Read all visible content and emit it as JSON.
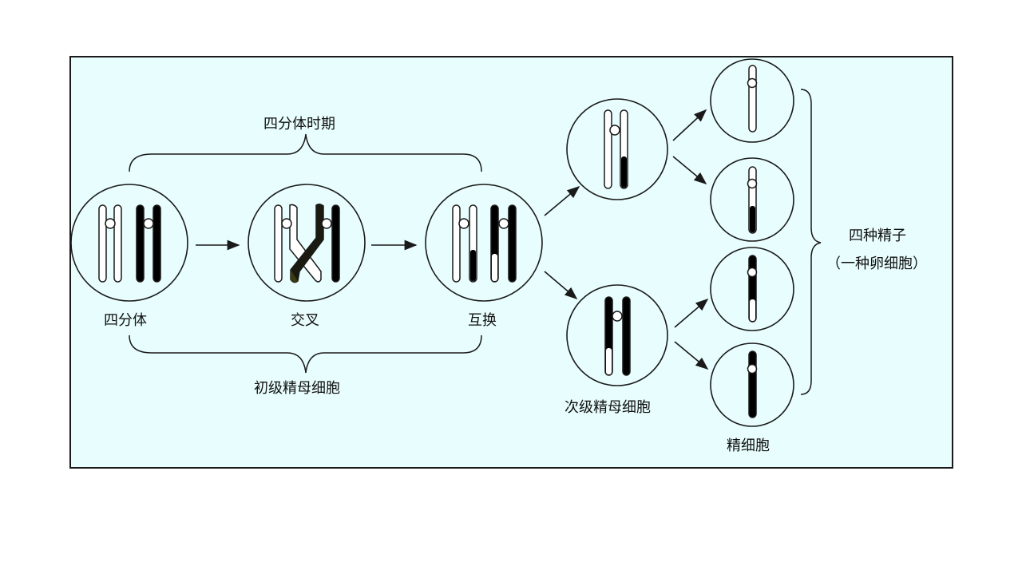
{
  "labels": {
    "tetrad_period": "四分体时期",
    "tetrad": "四分体",
    "crossing": "交叉",
    "exchange": "互换",
    "primary_spermatocyte": "初级精母细胞",
    "secondary_spermatocyte": "次级精母细胞",
    "spermatid": "精细胞",
    "four_sperm_line1": "四种精子",
    "four_sperm_line2": "（一种卵细胞）"
  },
  "colors": {
    "panel_bg": "#e8fdfd",
    "line": "#1a1a1a",
    "chromosome_dark": "#000000",
    "chromosome_light": "#ffffff",
    "cross_dark": "#2a2a10"
  }
}
